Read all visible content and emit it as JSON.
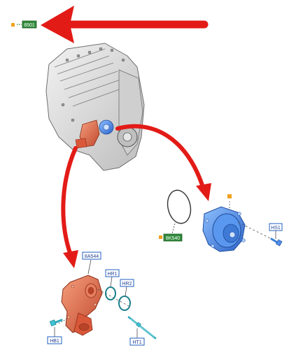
{
  "callouts": {
    "top_code": "8501",
    "gasket": "8K540",
    "housing": "8A544",
    "oring_1": "HR1",
    "oring_2": "HR2",
    "bolt_housing": "HB1",
    "tube": "HT1",
    "bolt_pump": "HS1"
  },
  "colors": {
    "arrow": "#e31b17",
    "pump_blue": "#4f8de8",
    "housing_orange": "#e2694a",
    "label_green": "#2f8a3a",
    "label_blue_border": "#1f5fbf",
    "marker_orange": "#f0a020",
    "ring_teal": "#1b7f8c",
    "engine_gray": "#d9d9d9"
  }
}
